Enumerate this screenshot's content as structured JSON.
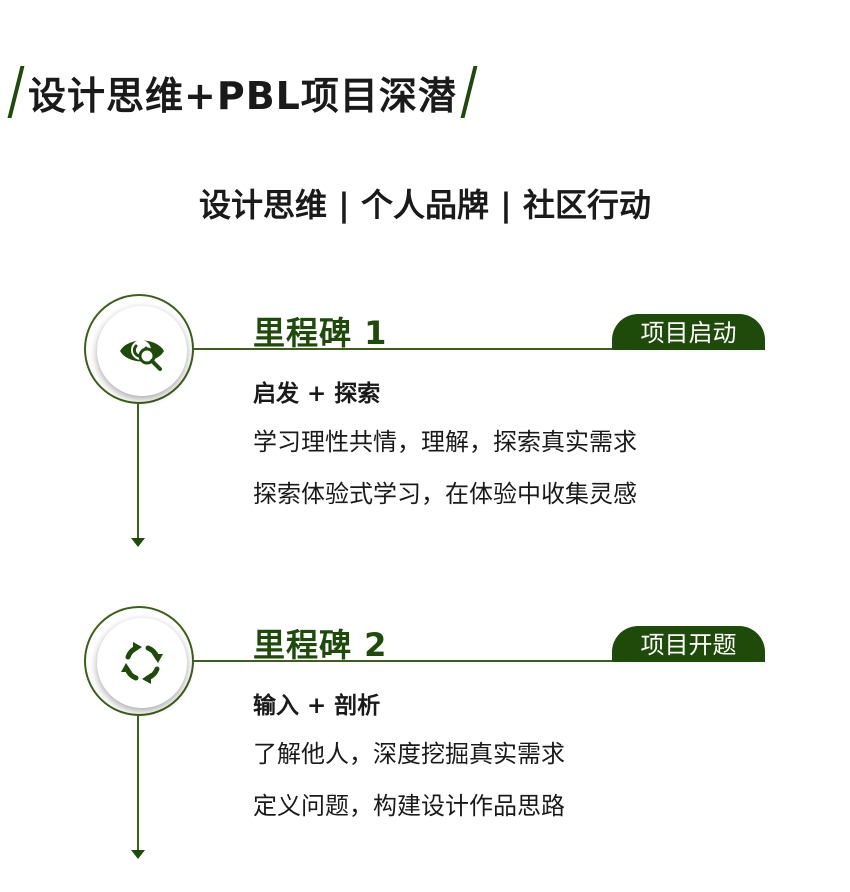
{
  "title": "设计思维+PBL项目深潜",
  "subtitle": "设计思维  | 个人品牌 | 社区行动",
  "colors": {
    "primary": "#1e4a0a",
    "line": "#3d5f1a",
    "text": "#1a1a1a"
  },
  "milestones": [
    {
      "title": "里程碑 1",
      "tag": "项目启动",
      "icon": "eye-magnifier-icon",
      "subtitle": "启发 + 探索",
      "lines": [
        "学习理性共情，理解，探索真实需求",
        "探索体验式学习，在体验中收集灵感"
      ]
    },
    {
      "title": "里程碑 2",
      "tag": "项目开题",
      "icon": "cycle-arrows-icon",
      "subtitle": "输入 + 剖析",
      "lines": [
        "了解他人，深度挖掘真实需求",
        "定义问题，构建设计作品思路"
      ]
    }
  ]
}
